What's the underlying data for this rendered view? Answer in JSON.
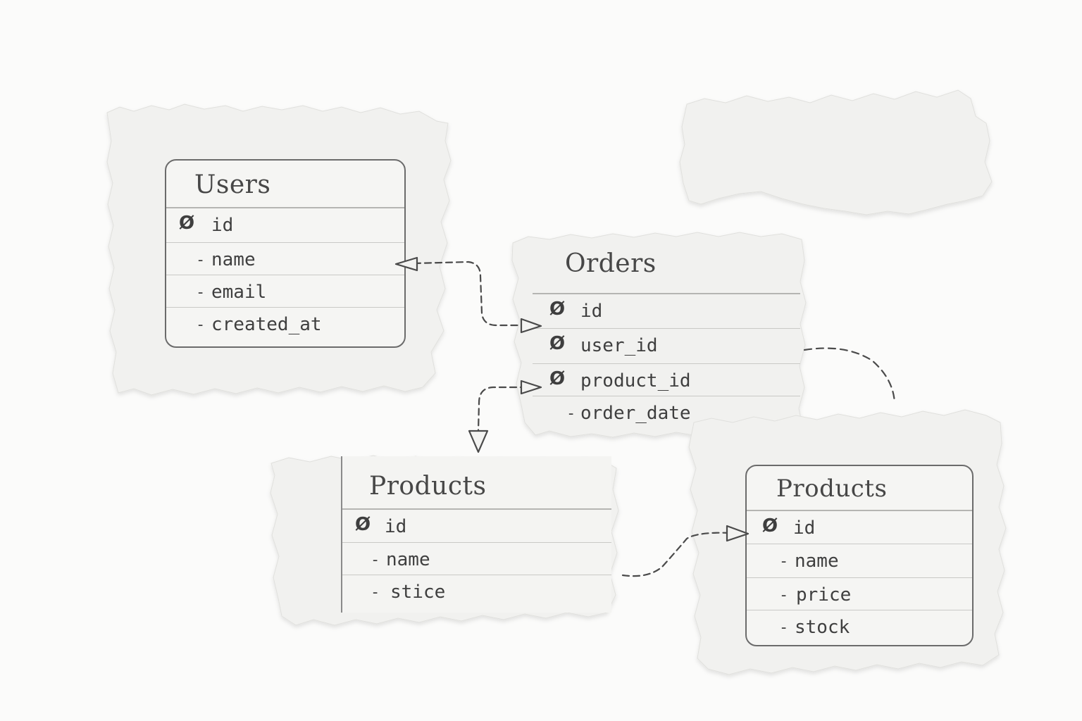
{
  "colors": {
    "background": "#fbfbfa",
    "paper": "#f2f2f0",
    "ink": "#3f3f3f",
    "line": "#c9c9c6",
    "border": "#6b6b6b"
  },
  "key_icon": "key-symbol-icon",
  "key_glyph": "Ø",
  "dash_glyph": "-",
  "tables": {
    "users": {
      "title": "Users",
      "fields": [
        {
          "name": "id",
          "key": true
        },
        {
          "name": "name",
          "key": false
        },
        {
          "name": "email",
          "key": false
        },
        {
          "name": "created_at",
          "key": false
        }
      ]
    },
    "orders": {
      "title": "Orders",
      "fields": [
        {
          "name": "id",
          "key": true
        },
        {
          "name": "user_id",
          "key": true
        },
        {
          "name": "product_id",
          "key": true
        },
        {
          "name": "order_date",
          "key": false
        }
      ]
    },
    "products_left": {
      "title": "Products",
      "fields": [
        {
          "name": "id",
          "key": true
        },
        {
          "name": "name",
          "key": false
        },
        {
          "name": "stice",
          "key": false
        }
      ]
    },
    "products_right": {
      "title": "Products",
      "fields": [
        {
          "name": "id",
          "key": true
        },
        {
          "name": "name",
          "key": false
        },
        {
          "name": "price",
          "key": false
        },
        {
          "name": "stock",
          "key": false
        }
      ]
    }
  }
}
